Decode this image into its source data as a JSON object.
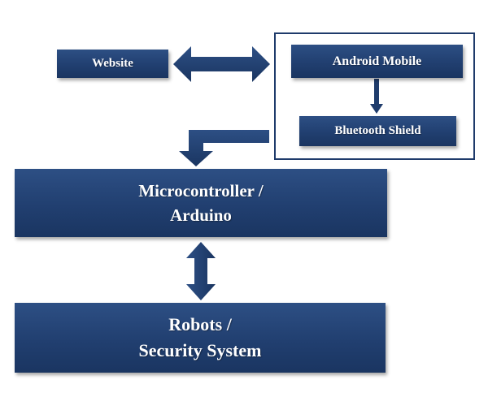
{
  "colors": {
    "box_fill": "#213f70",
    "arrow_fill": "#1f3c6c",
    "frame_stroke": "#1f3b6b",
    "text": "#ffffff"
  },
  "nodes": {
    "website": "Website",
    "android_mobile": "Android Mobile",
    "bluetooth_shield": "Bluetooth Shield",
    "microcontroller": {
      "line1": "Microcontroller /",
      "line2": "Arduino"
    },
    "robots": {
      "line1": "Robots /",
      "line2": "Security System"
    }
  }
}
